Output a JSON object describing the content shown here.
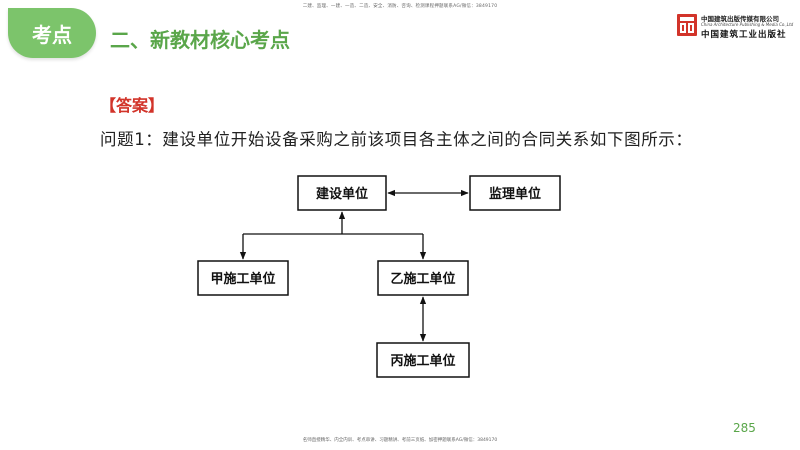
{
  "header": {
    "badge": "考点",
    "section_title": "二、新教材核心考点",
    "top_note": "二建、监理、一建、一造、二造、安全、消防、咨询、检测课程押题联系AG/微信：3849170"
  },
  "publisher": {
    "name_cn": "中国建筑出版传媒有限公司",
    "name_en": "China Architecture Publishing & Media Co.,Ltd",
    "name_calligraphy": "中国建筑工业出版社",
    "logo_color": "#d2342a"
  },
  "content": {
    "answer_label": "【答案】",
    "question_text": "问题1：建设单位开始设备采购之前该项目各主体之间的合同关系如下图所示："
  },
  "diagram": {
    "nodes": {
      "owner": "建设单位",
      "supervisor": "监理单位",
      "contractor_a": "甲施工单位",
      "contractor_b": "乙施工单位",
      "contractor_c": "丙施工单位"
    }
  },
  "footer": {
    "bottom_note": "名师直授精华、内全内训、考点串讲、习题精讲、考前三页纸、加密押题联系AG/微信：3849170",
    "page_number": "285"
  },
  "colors": {
    "accent_green": "#7cc46b",
    "title_green": "#5aa64a",
    "answer_red": "#d2342a"
  }
}
